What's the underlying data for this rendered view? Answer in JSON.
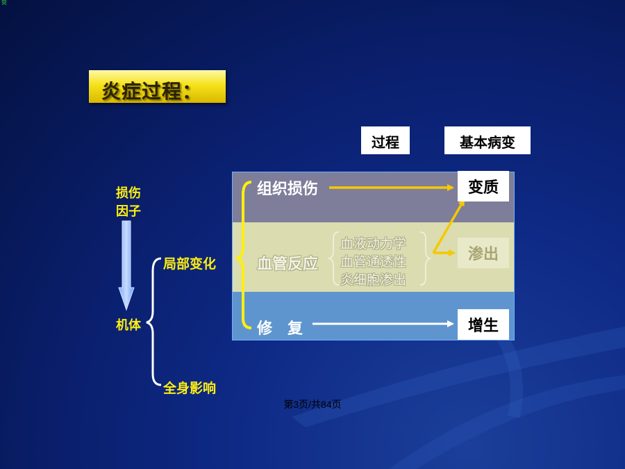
{
  "corner_mark": "赞",
  "title": "炎症过程：",
  "headers": {
    "process": "过程",
    "basic_lesion": "基本病变"
  },
  "left": {
    "injury_factor_line1": "损伤",
    "injury_factor_line2": "因子",
    "body": "机体",
    "local_change": "局部变化",
    "systemic_effect": "全身影响"
  },
  "processes": {
    "tissue_injury": "组织损伤",
    "vascular_reaction": "血管反应",
    "repair": "修　复"
  },
  "vascular_items": [
    "血液动力学",
    "血管通透性",
    "炎细胞渗出"
  ],
  "lesions": {
    "degeneration": "变质",
    "exudation": "渗出",
    "proliferation": "增生"
  },
  "footer": "第3页/共84页",
  "colors": {
    "title_bg": "#f5e21a",
    "label_yellow": "#ffef10",
    "arrow_yellow": "#f6c800",
    "band_top": "#7e7e9a",
    "band_middle": "#dbdcb0",
    "band_bottom": "#5f95cf"
  }
}
